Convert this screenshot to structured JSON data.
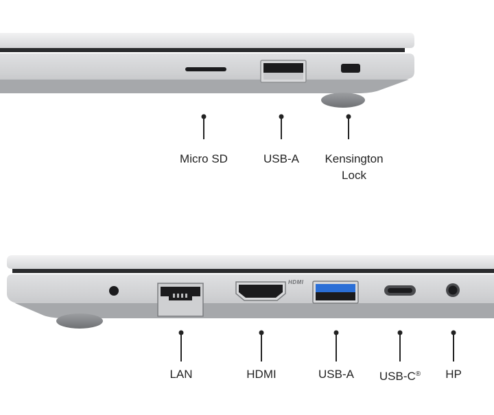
{
  "colors": {
    "chassis_top": "#e9eaeb",
    "chassis_side": "#cfd0d2",
    "chassis_dark": "#8d8f92",
    "port_black": "#1b1b1d",
    "usb_blue": "#2b6fd6",
    "label_text": "#222222"
  },
  "right_side": {
    "labels": {
      "micro_sd": "Micro SD",
      "usb_a": "USB-A",
      "kensington_line1": "Kensington",
      "kensington_line2": "Lock"
    }
  },
  "left_side": {
    "hdmi_logo_text": "HDMI",
    "labels": {
      "lan": "LAN",
      "hdmi": "HDMI",
      "usb_a": "USB-A",
      "usb_c": "USB-C",
      "usb_c_mark": "®",
      "hp": "HP"
    }
  }
}
